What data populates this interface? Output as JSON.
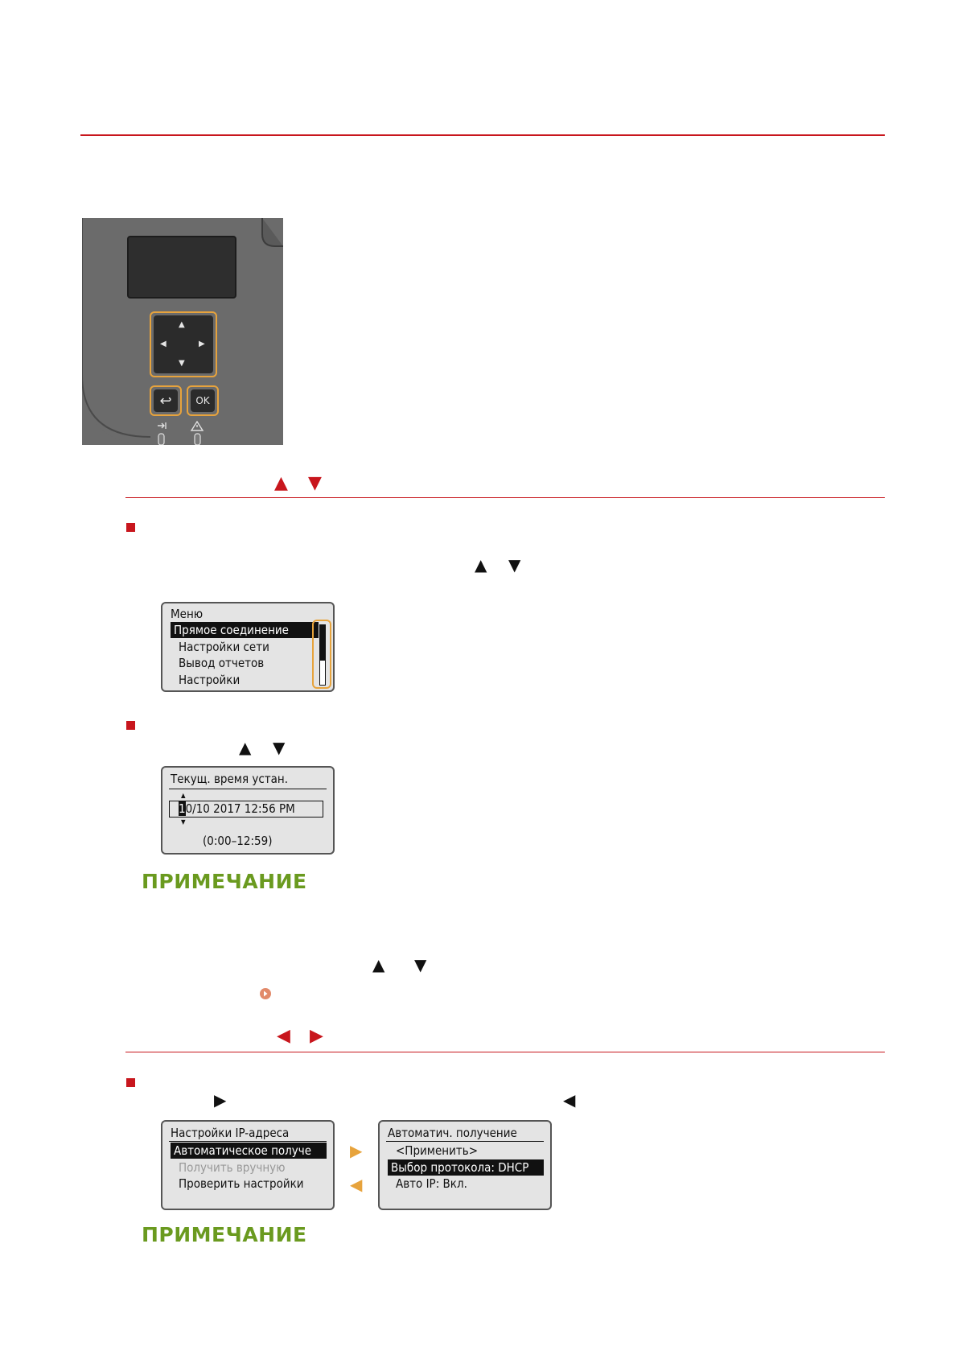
{
  "panel": {
    "ok_label": "OK",
    "back_glyph": "↩",
    "arrow_up": "▲",
    "arrow_down": "▼",
    "arrow_left": "◀",
    "arrow_right": "▶"
  },
  "icons": {
    "up_red": "▲",
    "down_red": "▼",
    "left_red": "◀",
    "right_red": "▶",
    "up_black": "▲",
    "down_black": "▼",
    "right_black": "▶",
    "left_black": "◀",
    "right_orange": "▶",
    "left_orange": "◀"
  },
  "lcd_menu": {
    "title": "Меню",
    "items": [
      "Прямое соединение",
      "Настройки сети",
      "Вывод отчетов",
      "Настройки"
    ]
  },
  "lcd_time": {
    "title": "Текущ. время устан.",
    "cursor_digit": "1",
    "value_rest": "0/10 2017 12:56 PM",
    "range": "(0:00–12:59)"
  },
  "lcd_ip": {
    "title": "Настройки IP-адреса",
    "items": [
      "Автоматическое получе",
      "Получить вручную",
      "Проверить настройки"
    ]
  },
  "lcd_auto": {
    "title": "Автоматич. получение",
    "items": [
      "<Применить>",
      "Выбор протокола: DHCP",
      "Авто IP: Вкл."
    ]
  },
  "notes": {
    "note1": "ПРИМЕЧАНИЕ",
    "note2": "ПРИМЕЧАНИЕ"
  },
  "colors": {
    "accent_red": "#c8161d",
    "note_green": "#6a9a1f",
    "highlight_orange": "#e7a33c"
  }
}
